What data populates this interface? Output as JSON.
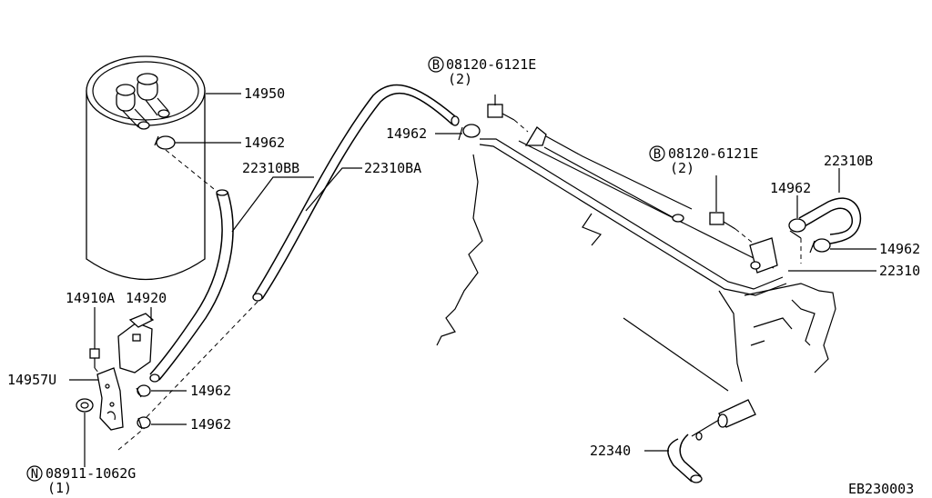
{
  "labels": {
    "canister": "14950",
    "clamp_top": "14962",
    "hose_bb": "22310BB",
    "hose_ba": "22310BA",
    "clamp_upper_left": "14962",
    "bolt_top": "08120-6121E",
    "bolt_top_qty": "(2)",
    "bolt_mid": "08120-6121E",
    "bolt_mid_qty": "(2)",
    "hose_b": "22310B",
    "clamp_right_upper": "14962",
    "clamp_right_lower": "14962",
    "tube_assy": "22310",
    "bolt_small": "14910A",
    "valve": "14920",
    "bracket": "14957U",
    "clamp_lower_1": "14962",
    "clamp_lower_2": "14962",
    "nut": "08911-1062G",
    "nut_qty": "(1)",
    "hose_bottom": "22340",
    "diagram_code": "EB230003"
  },
  "badges": {
    "bolt": "B",
    "nut": "N"
  }
}
